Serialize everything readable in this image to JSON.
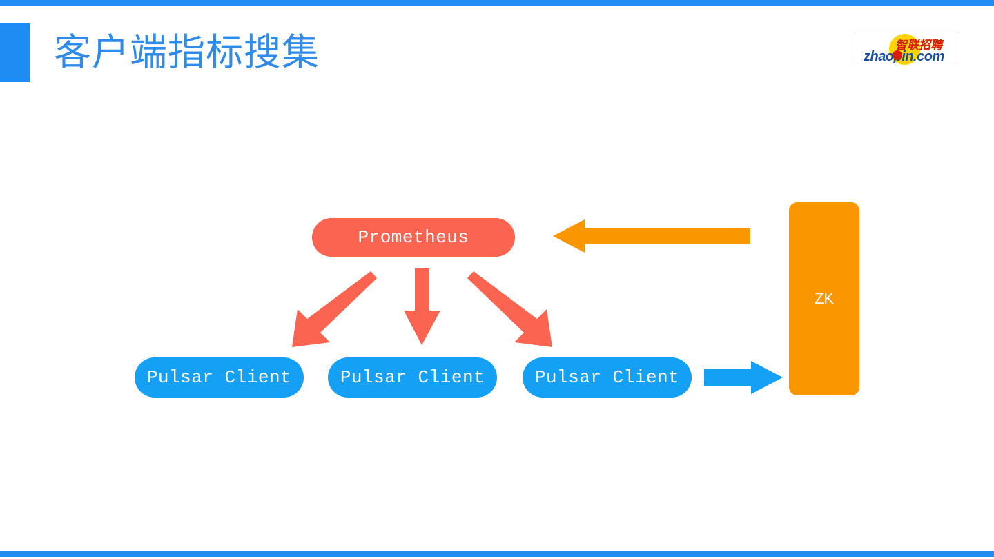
{
  "slide": {
    "title": "客户端指标搜集",
    "accent_color": "#1e8cf3",
    "title_color": "#2f8bea",
    "background": "#ffffff"
  },
  "logo": {
    "name": "zhaopin-logo",
    "english_text": "zhaopin.com",
    "chinese_text": "智联招聘",
    "english_color": "#1a4fa0",
    "chinese_color": "#d81e06",
    "circle_color": "#ffd400"
  },
  "diagram": {
    "type": "flow",
    "nodes": [
      {
        "id": "prometheus",
        "label": "Prometheus",
        "color": "#fa6450",
        "shape": "pill"
      },
      {
        "id": "client-1",
        "label": "Pulsar Client",
        "color": "#14a0f5",
        "shape": "pill"
      },
      {
        "id": "client-2",
        "label": "Pulsar Client",
        "color": "#14a0f5",
        "shape": "pill"
      },
      {
        "id": "client-3",
        "label": "Pulsar Client",
        "color": "#14a0f5",
        "shape": "pill"
      },
      {
        "id": "zk",
        "label": "ZK",
        "color": "#fa9600",
        "shape": "rounded-rect"
      }
    ],
    "edges": [
      {
        "from": "prometheus",
        "to": "client-1",
        "color": "#fa6450",
        "direction": "down-left"
      },
      {
        "from": "prometheus",
        "to": "client-2",
        "color": "#fa6450",
        "direction": "down"
      },
      {
        "from": "prometheus",
        "to": "client-3",
        "color": "#fa6450",
        "direction": "down-right"
      },
      {
        "from": "zk",
        "to": "prometheus",
        "color": "#fa9600",
        "direction": "left"
      },
      {
        "from": "client-3",
        "to": "zk",
        "color": "#14a0f5",
        "direction": "right"
      }
    ]
  }
}
